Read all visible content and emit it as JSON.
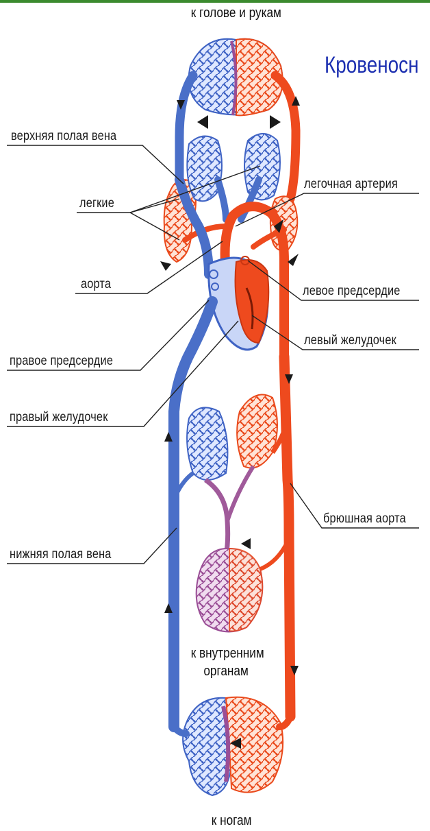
{
  "title": "Кровеносн",
  "captions": {
    "head_arms": "к голове и рукам",
    "internal_organs_1": "к внутренним",
    "internal_organs_2": "органам",
    "legs": "к ногам"
  },
  "labels": {
    "superior_vena_cava": "верхняя полая вена",
    "lungs": "легкие",
    "aorta": "аорта",
    "right_atrium": "правое предсердие",
    "right_ventricle": "правый желудочек",
    "inferior_vena_cava": "нижняя полая вена",
    "pulmonary_artery": "легочная артерия",
    "left_atrium": "левое предсердие",
    "left_ventricle": "левый желудочек",
    "abdominal_aorta": "брюшная аорта"
  },
  "colors": {
    "venous_blood": "#4a6fc8",
    "arterial_blood": "#ee4a1e",
    "mixed_capillaries": "#a05a9a",
    "title": "#1c2fb0",
    "accent_bar": "#3b8a2e"
  }
}
